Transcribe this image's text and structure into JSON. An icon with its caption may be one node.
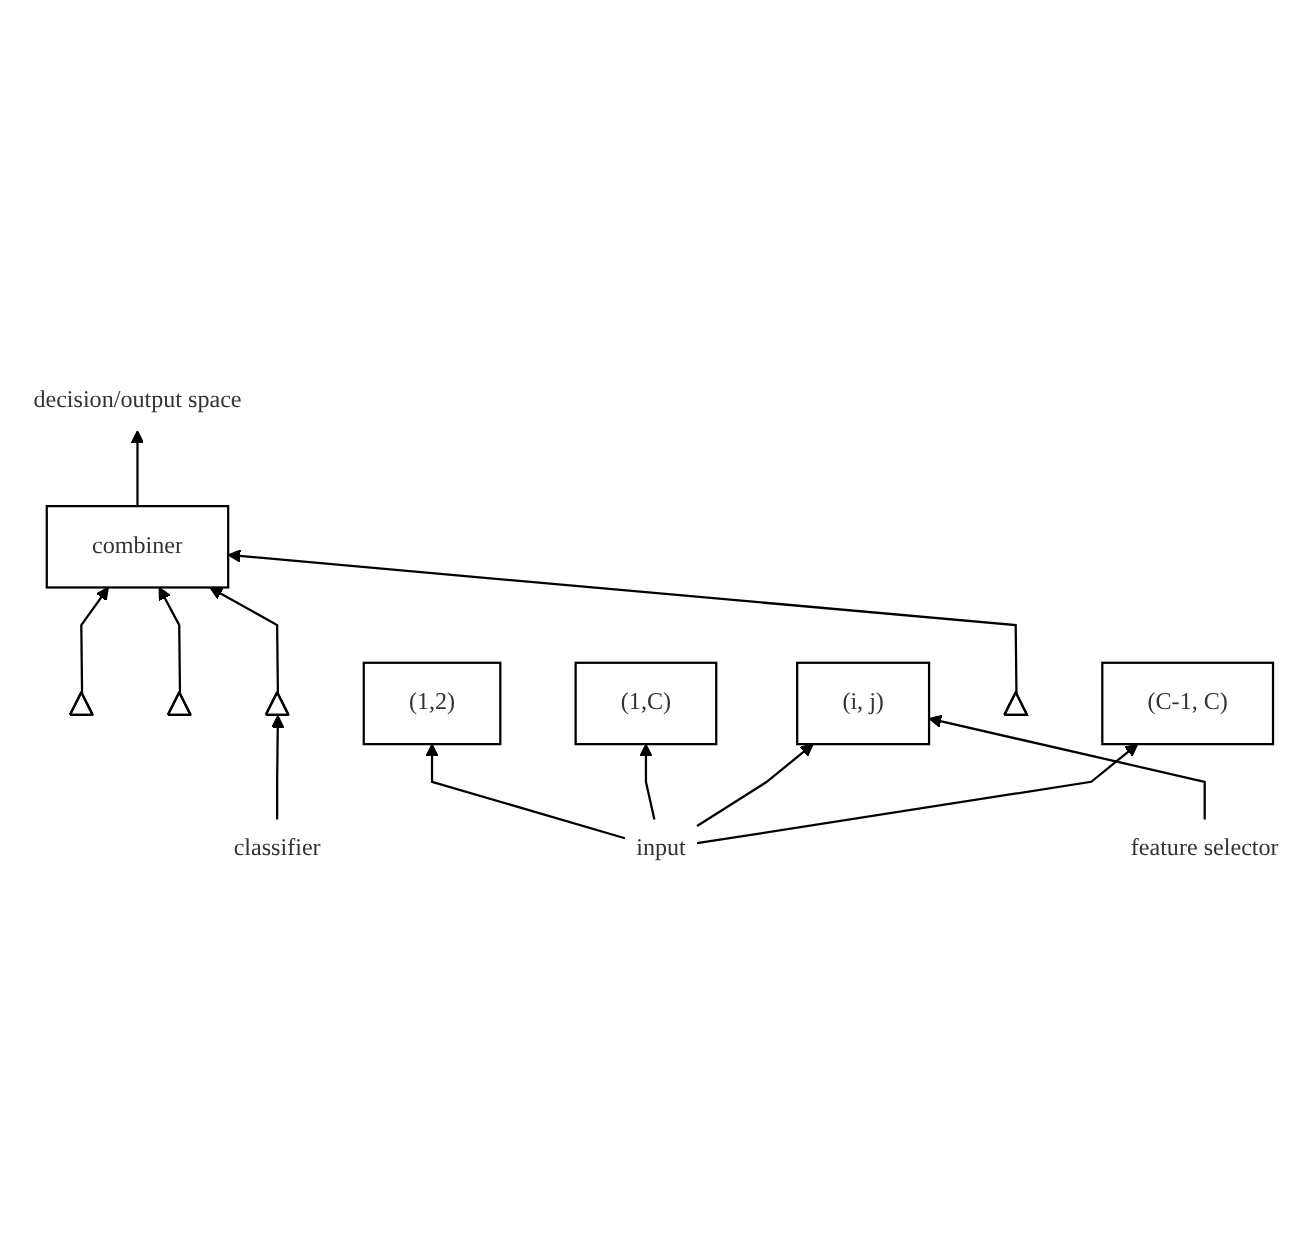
{
  "diagram": {
    "nodes": [
      {
        "text": [
          "decision/output space"
        ]
      },
      {
        "text": [],
        "shape": "triangle"
      },
      {
        "text": [],
        "shape": "triangle"
      },
      {
        "text": [
          "combiner"
        ]
      },
      {
        "text": [
          "(1,2)"
        ]
      },
      {
        "text": [
          "(1,C)"
        ]
      },
      {
        "text": [],
        "shape": "triangle"
      },
      {
        "text": [
          "classifier"
        ]
      },
      {
        "text": [
          "feature selector"
        ]
      },
      {
        "text": [
          "(i, j)"
        ]
      },
      {
        "text": [],
        "shape": "triangle"
      },
      {
        "text": [
          "input"
        ]
      },
      {
        "text": [
          "(C-1, C)"
        ]
      }
    ],
    "edges": [
      {
        "from": 3,
        "to": 0,
        "arrow": "to"
      },
      {
        "from": 1,
        "to": 3,
        "arrow": "to"
      },
      {
        "from": 2,
        "to": 3,
        "arrow": "to"
      },
      {
        "from": 6,
        "to": 3,
        "arrow": "to"
      },
      {
        "from": 10,
        "to": 3,
        "arrow": "to"
      },
      {
        "from": 11,
        "to": 4,
        "arrow": "to"
      },
      {
        "from": 11,
        "to": 5,
        "arrow": "to"
      },
      {
        "from": 11,
        "to": 9,
        "arrow": "to"
      },
      {
        "from": 11,
        "to": 12,
        "arrow": "to"
      },
      {
        "from": 7,
        "to": 6,
        "arrow": "to"
      },
      {
        "from": 8,
        "to": 9,
        "arrow": "to"
      }
    ]
  }
}
